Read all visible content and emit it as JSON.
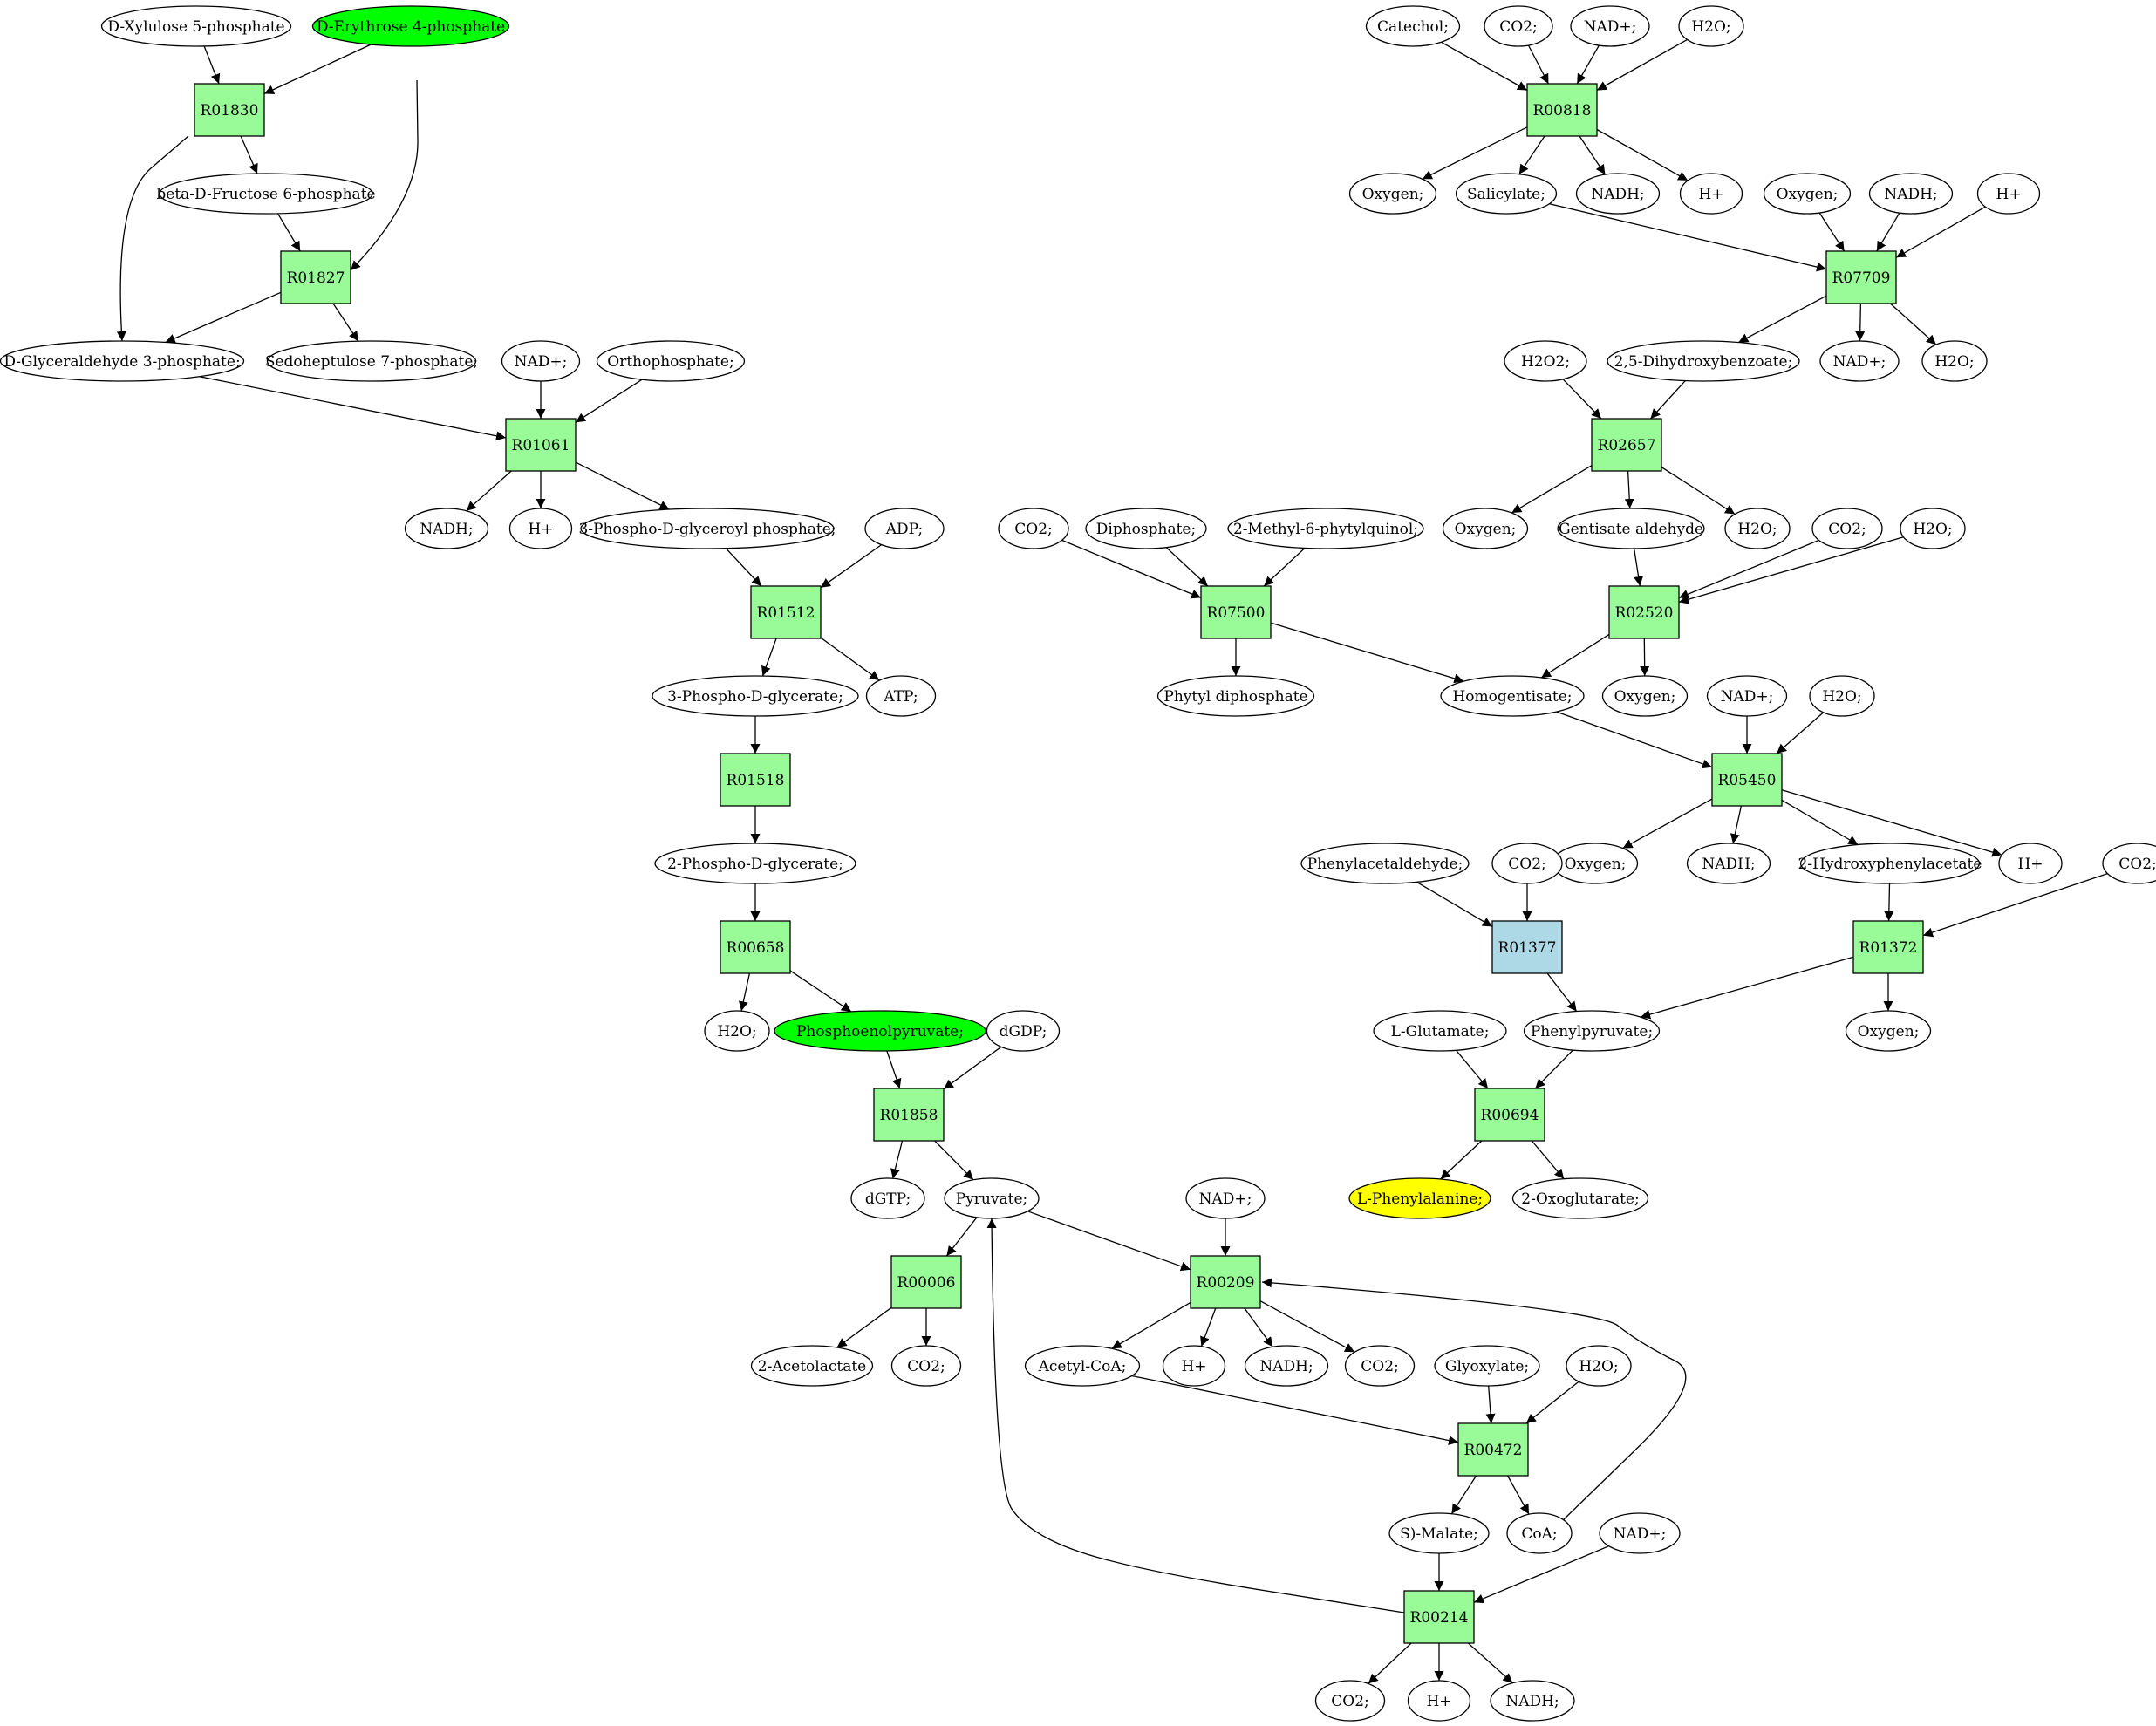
{
  "colors": {
    "compound": "#ffffff",
    "start_compound": "#00ff00",
    "target_compound": "#ffff00",
    "reaction": "#98fb98",
    "reaction_alt": "#add8e6",
    "edge": "#000000"
  },
  "compounds": {
    "c_xylulose5p": "D-Xylulose 5-phosphate",
    "c_erythrose4p": "D-Erythrose 4-phosphate",
    "c_betafructose6p": "beta-D-Fructose 6-phosphate",
    "c_g3p": "D-Glyceraldehyde 3-phosphate;",
    "c_sedoheptulose7p": "Sedoheptulose 7-phosphate;",
    "c_nadp_a": "NAD+;",
    "c_orthophosphate": "Orthophosphate;",
    "c_nadh_a": "NADH;",
    "c_hplus_a": "H+",
    "c_3pglyceroylp": "3-Phospho-D-glyceroyl phosphate;",
    "c_adp": "ADP;",
    "c_3pglycerate": "3-Phospho-D-glycerate;",
    "c_atp": "ATP;",
    "c_2pglycerate": "2-Phospho-D-glycerate;",
    "c_h2o_a": "H2O;",
    "c_pep": "Phosphoenolpyruvate;",
    "c_dgdp": "dGDP;",
    "c_dgtp": "dGTP;",
    "c_pyruvate": "Pyruvate;",
    "c_nadp_b": "NAD+;",
    "c_acetolactate": "2-Acetolactate",
    "c_co2_a": "CO2;",
    "c_acetylcoa": "Acetyl-CoA;",
    "c_hplus_b": "H+",
    "c_nadh_b": "NADH;",
    "c_co2_b": "CO2;",
    "c_glyoxylate": "Glyoxylate;",
    "c_h2o_b": "H2O;",
    "c_smalate": "S)-Malate;",
    "c_coa": "CoA;",
    "c_nadp_c": "NAD+;",
    "c_co2_c": "CO2;",
    "c_hplus_c": "H+",
    "c_nadh_c": "NADH;",
    "c_catechol": "Catechol;",
    "c_co2_d": "CO2;",
    "c_nadp_d": "NAD+;",
    "c_h2o_c": "H2O;",
    "c_oxygen_a": "Oxygen;",
    "c_salicylate": "Salicylate;",
    "c_nadh_d": "NADH;",
    "c_hplus_d": "H+",
    "c_oxygen_b": "Oxygen;",
    "c_nadh_e": "NADH;",
    "c_hplus_e": "H+",
    "c_h2o2": "H2O2;",
    "c_dhb": "2,5-Dihydroxybenzoate;",
    "c_nadp_e": "NAD+;",
    "c_h2o_d": "H2O;",
    "c_co2_e": "CO2;",
    "c_diphosphate": "Diphosphate;",
    "c_methylphytylquinol": "2-Methyl-6-phytylquinol;",
    "c_oxygen_c": "Oxygen;",
    "c_gentisate_ald": "Gentisate aldehyde",
    "c_h2o_e": "H2O;",
    "c_co2_f": "CO2;",
    "c_h2o_f": "H2O;",
    "c_phytyldp": "Phytyl diphosphate",
    "c_homogentisate": "Homogentisate;",
    "c_oxygen_d": "Oxygen;",
    "c_nadp_f": "NAD+;",
    "c_h2o_g": "H2O;",
    "c_oxygen_e": "Oxygen;",
    "c_nadh_f": "NADH;",
    "c_2hpa": "2-Hydroxyphenylacetate",
    "c_hplus_f": "H+",
    "c_phenylacetaldehyde": "Phenylacetaldehyde;",
    "c_co2_g": "CO2;",
    "c_co2_h": "CO2;",
    "c_lglutamate": "L-Glutamate;",
    "c_phenylpyruvate": "Phenylpyruvate;",
    "c_oxygen_f": "Oxygen;",
    "c_lphe": "L-Phenylalanine;",
    "c_2oxoglutarate": "2-Oxoglutarate;"
  },
  "reactions": {
    "r_R01830": "R01830",
    "r_R01827": "R01827",
    "r_R01061": "R01061",
    "r_R01512": "R01512",
    "r_R01518": "R01518",
    "r_R00658": "R00658",
    "r_R01858": "R01858",
    "r_R00006": "R00006",
    "r_R00209": "R00209",
    "r_R00472": "R00472",
    "r_R00214": "R00214",
    "r_R00818": "R00818",
    "r_R07709": "R07709",
    "r_R02657": "R02657",
    "r_R07500": "R07500",
    "r_R02520": "R02520",
    "r_R05450": "R05450",
    "r_R01377": "R01377",
    "r_R01372": "R01372",
    "r_R00694": "R00694"
  },
  "highlights": {
    "c_erythrose4p": "start_compound",
    "c_pep": "start_compound",
    "c_lphe": "target_compound",
    "r_R01377": "reaction_alt"
  },
  "edges": [
    [
      "c_xylulose5p",
      "r_R01830"
    ],
    [
      "c_erythrose4p",
      "r_R01830"
    ],
    [
      "r_R01830",
      "c_betafructose6p"
    ],
    [
      "r_R01830",
      "c_g3p"
    ],
    [
      "c_erythrose4p",
      "r_R01827"
    ],
    [
      "c_betafructose6p",
      "r_R01827"
    ],
    [
      "r_R01827",
      "c_g3p"
    ],
    [
      "r_R01827",
      "c_sedoheptulose7p"
    ],
    [
      "c_g3p",
      "r_R01061"
    ],
    [
      "c_nadp_a",
      "r_R01061"
    ],
    [
      "c_orthophosphate",
      "r_R01061"
    ],
    [
      "r_R01061",
      "c_nadh_a"
    ],
    [
      "r_R01061",
      "c_hplus_a"
    ],
    [
      "r_R01061",
      "c_3pglyceroylp"
    ],
    [
      "c_3pglyceroylp",
      "r_R01512"
    ],
    [
      "c_adp",
      "r_R01512"
    ],
    [
      "r_R01512",
      "c_3pglycerate"
    ],
    [
      "r_R01512",
      "c_atp"
    ],
    [
      "c_3pglycerate",
      "r_R01518"
    ],
    [
      "r_R01518",
      "c_2pglycerate"
    ],
    [
      "c_2pglycerate",
      "r_R00658"
    ],
    [
      "r_R00658",
      "c_h2o_a"
    ],
    [
      "r_R00658",
      "c_pep"
    ],
    [
      "c_pep",
      "r_R01858"
    ],
    [
      "c_dgdp",
      "r_R01858"
    ],
    [
      "r_R01858",
      "c_dgtp"
    ],
    [
      "r_R01858",
      "c_pyruvate"
    ],
    [
      "c_pyruvate",
      "r_R00006"
    ],
    [
      "r_R00006",
      "c_acetolactate"
    ],
    [
      "r_R00006",
      "c_co2_a"
    ],
    [
      "c_pyruvate",
      "r_R00209"
    ],
    [
      "c_nadp_b",
      "r_R00209"
    ],
    [
      "r_R00209",
      "c_acetylcoa"
    ],
    [
      "r_R00209",
      "c_hplus_b"
    ],
    [
      "r_R00209",
      "c_nadh_b"
    ],
    [
      "r_R00209",
      "c_co2_b"
    ],
    [
      "c_acetylcoa",
      "r_R00472"
    ],
    [
      "c_glyoxylate",
      "r_R00472"
    ],
    [
      "c_h2o_b",
      "r_R00472"
    ],
    [
      "r_R00472",
      "c_smalate"
    ],
    [
      "r_R00472",
      "c_coa"
    ],
    [
      "c_coa",
      "r_R00209"
    ],
    [
      "c_smalate",
      "r_R00214"
    ],
    [
      "c_nadp_c",
      "r_R00214"
    ],
    [
      "r_R00214",
      "c_pyruvate"
    ],
    [
      "r_R00214",
      "c_co2_c"
    ],
    [
      "r_R00214",
      "c_hplus_c"
    ],
    [
      "r_R00214",
      "c_nadh_c"
    ],
    [
      "c_catechol",
      "r_R00818"
    ],
    [
      "c_co2_d",
      "r_R00818"
    ],
    [
      "c_nadp_d",
      "r_R00818"
    ],
    [
      "c_h2o_c",
      "r_R00818"
    ],
    [
      "r_R00818",
      "c_oxygen_a"
    ],
    [
      "r_R00818",
      "c_salicylate"
    ],
    [
      "r_R00818",
      "c_nadh_d"
    ],
    [
      "r_R00818",
      "c_hplus_d"
    ],
    [
      "c_salicylate",
      "r_R07709"
    ],
    [
      "c_oxygen_b",
      "r_R07709"
    ],
    [
      "c_nadh_e",
      "r_R07709"
    ],
    [
      "c_hplus_e",
      "r_R07709"
    ],
    [
      "r_R07709",
      "c_dhb"
    ],
    [
      "r_R07709",
      "c_nadp_e"
    ],
    [
      "r_R07709",
      "c_h2o_d"
    ],
    [
      "c_h2o2",
      "r_R02657"
    ],
    [
      "c_dhb",
      "r_R02657"
    ],
    [
      "r_R02657",
      "c_oxygen_c"
    ],
    [
      "r_R02657",
      "c_gentisate_ald"
    ],
    [
      "r_R02657",
      "c_h2o_e"
    ],
    [
      "c_co2_e",
      "r_R07500"
    ],
    [
      "c_diphosphate",
      "r_R07500"
    ],
    [
      "c_methylphytylquinol",
      "r_R07500"
    ],
    [
      "r_R07500",
      "c_phytyldp"
    ],
    [
      "r_R07500",
      "c_homogentisate"
    ],
    [
      "c_gentisate_ald",
      "r_R02520"
    ],
    [
      "c_co2_f",
      "r_R02520"
    ],
    [
      "c_h2o_f",
      "r_R02520"
    ],
    [
      "r_R02520",
      "c_homogentisate"
    ],
    [
      "r_R02520",
      "c_oxygen_d"
    ],
    [
      "c_homogentisate",
      "r_R05450"
    ],
    [
      "c_nadp_f",
      "r_R05450"
    ],
    [
      "c_h2o_g",
      "r_R05450"
    ],
    [
      "r_R05450",
      "c_oxygen_e"
    ],
    [
      "r_R05450",
      "c_nadh_f"
    ],
    [
      "r_R05450",
      "c_2hpa"
    ],
    [
      "r_R05450",
      "c_hplus_f"
    ],
    [
      "c_phenylacetaldehyde",
      "r_R01377"
    ],
    [
      "c_co2_g",
      "r_R01377"
    ],
    [
      "r_R01377",
      "c_phenylpyruvate"
    ],
    [
      "c_2hpa",
      "r_R01372"
    ],
    [
      "c_co2_h",
      "r_R01372"
    ],
    [
      "r_R01372",
      "c_phenylpyruvate"
    ],
    [
      "r_R01372",
      "c_oxygen_f"
    ],
    [
      "c_lglutamate",
      "r_R00694"
    ],
    [
      "c_phenylpyruvate",
      "r_R00694"
    ],
    [
      "r_R00694",
      "c_lphe"
    ],
    [
      "r_R00694",
      "c_2oxoglutarate"
    ]
  ]
}
